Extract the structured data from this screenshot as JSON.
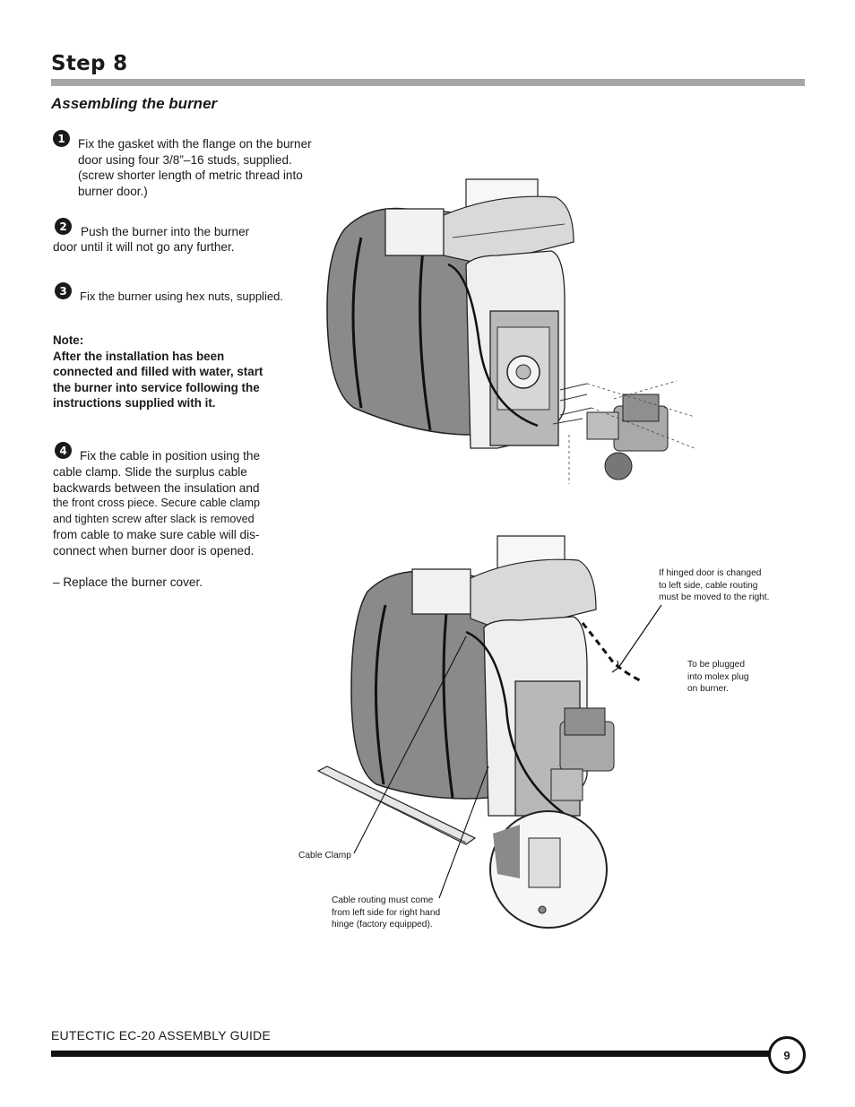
{
  "header": {
    "step_title": "Step 8",
    "section_title": "Assembling the burner"
  },
  "steps": [
    {
      "number": "1",
      "lines": [
        "Fix the gasket with the flange on the burner",
        "door using four 3/8”–16 studs, supplied.",
        "(screw shorter length of metric thread into",
        "burner door.)"
      ]
    },
    {
      "number": "2",
      "lines": [
        "Push the burner into the burner",
        "door until it will not go any further."
      ]
    },
    {
      "number": "3",
      "lines": [
        "Fix the burner using  hex nuts, supplied."
      ]
    },
    {
      "number": "4",
      "lines": [
        "Fix the cable in position using the",
        "cable  clamp.  Slide the surplus cable",
        "backwards between the insulation and",
        "the front cross piece. Secure cable clamp",
        "and tighten screw after slack is removed",
        "from cable to make sure cable will dis-",
        "connect when burner door is opened."
      ]
    }
  ],
  "note": {
    "title": "Note:",
    "lines": [
      "After  the  installation  has  been",
      "connected and filled with water, start",
      "the burner into service following the",
      "instructions supplied with it."
    ]
  },
  "replace_cover": "– Replace the burner cover.",
  "captions": {
    "hinged_door": [
      "If hinged door is changed",
      "to left side, cable routing",
      "must be moved to the right."
    ],
    "molex": [
      "To be plugged",
      "into molex plug",
      "on burner."
    ],
    "cable_clamp": "Cable Clamp",
    "cable_routing": [
      "Cable routing must come",
      "from left side for right hand",
      "hinge (factory equipped)."
    ]
  },
  "footer": {
    "guide_title": "EUTECTIC EC-20 ASSEMBLY GUIDE",
    "page_number": "9"
  }
}
